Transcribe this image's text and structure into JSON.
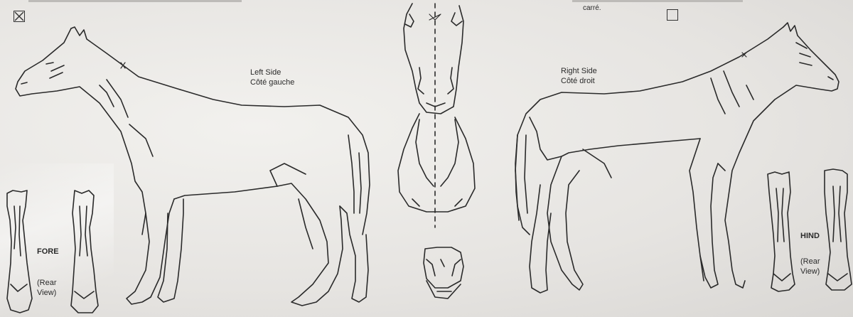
{
  "labels": {
    "left_side_en": "Left Side",
    "left_side_fr": "Côté gauche",
    "right_side_en": "Right Side",
    "right_side_fr": "Côté droit",
    "fore": "FORE",
    "fore_rear_line1": "(Rear",
    "fore_rear_line2": "View)",
    "hind": "HIND",
    "hind_rear_line1": "(Rear",
    "hind_rear_line2": "View)",
    "top_right_fragment": "carré."
  },
  "checkboxes": {
    "left_checked": true,
    "right_checked": false
  },
  "colors": {
    "paper": "#e6e4e1",
    "ink": "#2a2a2a"
  }
}
